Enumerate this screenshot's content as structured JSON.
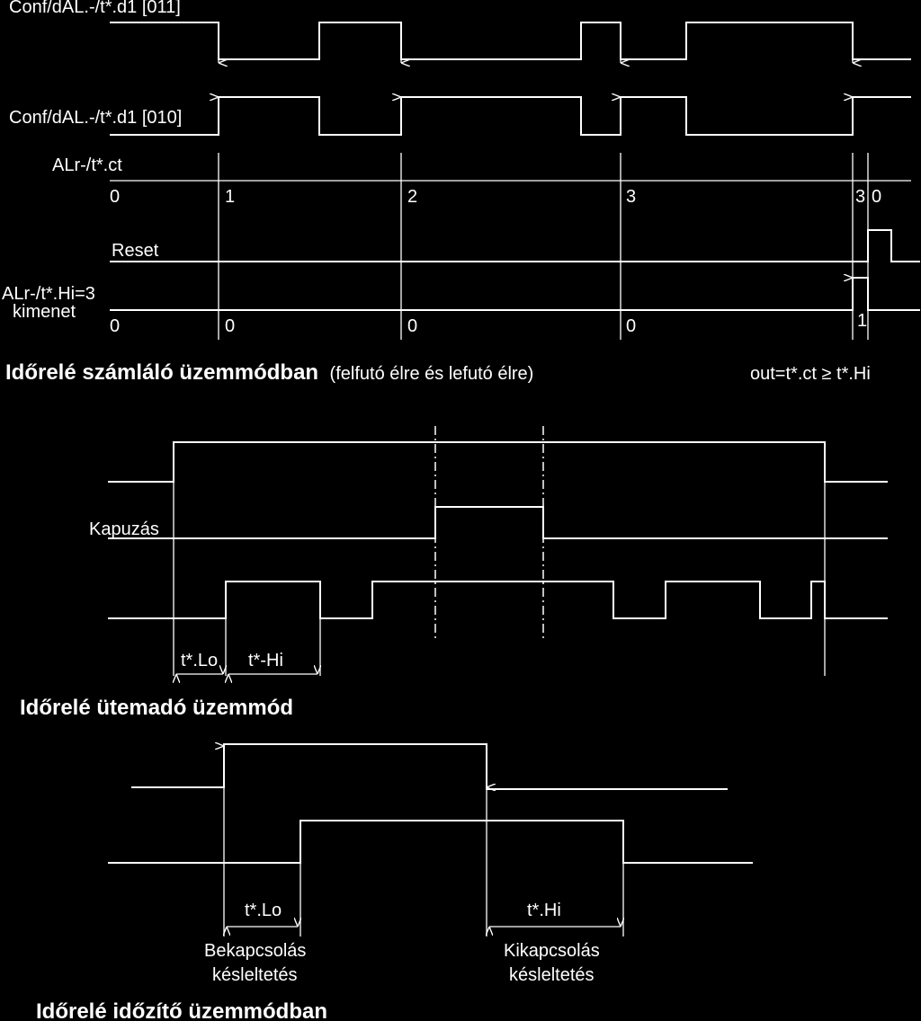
{
  "section1": {
    "title": "Időrelé számláló üzemmódban",
    "title_note": "(felfutó élre és lefutó élre)",
    "formula": "out=t*.ct ≥ t*.Hi",
    "signals": {
      "d1_011": "Conf/dAL.-/t*.d1 [011]",
      "d1_010": "Conf/dAL.-/t*.d1 [010]",
      "ct": "ALr-/t*.ct",
      "reset": "Reset",
      "hi_line1": "ALr-/t*.Hi=3",
      "hi_line2": "kimenet"
    },
    "counter_values": [
      "0",
      "1",
      "2",
      "3",
      "3",
      "0"
    ],
    "output_values": [
      "0",
      "0",
      "0",
      "0",
      "1"
    ]
  },
  "section2": {
    "title": "Időrelé ütemadó üzemmód",
    "gate_label": "Kapuzás",
    "lo_label": "t*.Lo",
    "hi_label": "t*-Hi"
  },
  "section3": {
    "title": "Időrelé időzítő üzemmódban",
    "lo_label": "t*.Lo",
    "hi_label": "t*.Hi",
    "on_delay_line1": "Bekapcsolás",
    "on_delay_line2": "késleltetés",
    "off_delay_line1": "Kikapcsolás",
    "off_delay_line2": "késleltetés"
  }
}
